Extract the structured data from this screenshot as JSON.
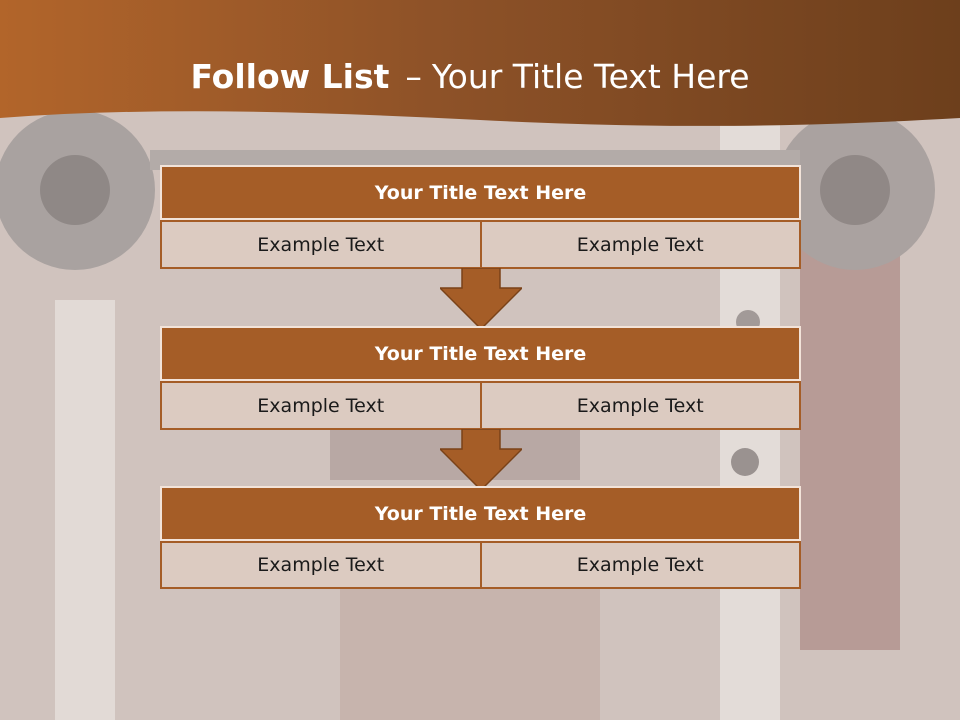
{
  "slide": {
    "title_bold": "Follow List",
    "title_dash": "–",
    "title_rest": "Your Title Text Here",
    "accent_color": "#a55d27",
    "cell_color": "#dccbc1"
  },
  "blocks": [
    {
      "title": "Your Title Text Here",
      "left": "Example Text",
      "right": "Example Text"
    },
    {
      "title": "Your Title Text Here",
      "left": "Example Text",
      "right": "Example Text"
    },
    {
      "title": "Your Title Text Here",
      "left": "Example Text",
      "right": "Example Text"
    }
  ],
  "arrows": [
    {
      "icon": "down-arrow-icon"
    },
    {
      "icon": "down-arrow-icon"
    }
  ]
}
